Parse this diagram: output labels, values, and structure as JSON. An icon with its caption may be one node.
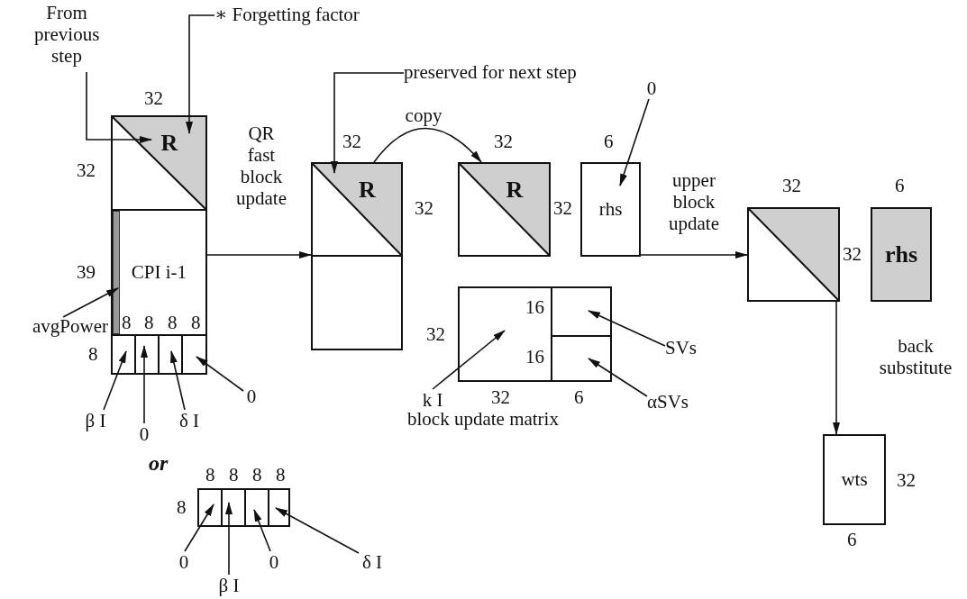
{
  "diagram": {
    "nodes": [
      {
        "text": [
          "From previous step"
        ]
      },
      {
        "text": [
          "∗ Forgetting factor"
        ]
      },
      {
        "text": [],
        "shape": "box"
      },
      {
        "text": [
          "R"
        ],
        "in": 2
      },
      {
        "text": [
          "CPI i-1"
        ],
        "in": 2
      },
      {
        "text": [],
        "shape": "bar",
        "in": 4
      },
      {
        "text": [],
        "shape": "box",
        "in": 2
      },
      {
        "text": [],
        "shape": "box",
        "in": 2
      },
      {
        "text": [],
        "shape": "box",
        "in": 2
      },
      {
        "text": [],
        "shape": "box",
        "in": 2
      },
      {
        "text": [
          "avgPower"
        ]
      },
      {
        "text": [
          "β I"
        ]
      },
      {
        "text": [
          "0"
        ]
      },
      {
        "text": [
          "δ I"
        ]
      },
      {
        "text": [
          "0"
        ]
      },
      {
        "text": [
          "preserved for next step"
        ]
      },
      {
        "text": [],
        "shape": "box"
      },
      {
        "text": [
          "R"
        ],
        "in": 16
      },
      {
        "text": [],
        "shape": "box",
        "in": 16
      },
      {
        "text": [
          "R"
        ]
      },
      {
        "text": [
          "0"
        ]
      },
      {
        "text": [
          "rhs"
        ]
      },
      {
        "text": [],
        "shape": "box"
      },
      {
        "text": [],
        "shape": "box",
        "in": 22
      },
      {
        "text": [],
        "shape": "box",
        "in": 22
      },
      {
        "text": [],
        "shape": "box",
        "in": 22
      },
      {
        "text": [
          "k I"
        ]
      },
      {
        "text": [
          "SVs"
        ]
      },
      {
        "text": [
          "αSVs"
        ]
      },
      {
        "text": [],
        "shape": "box"
      },
      {
        "text": [
          "rhs"
        ]
      },
      {
        "text": [
          "wts"
        ]
      },
      {
        "text": [],
        "shape": "box"
      },
      {
        "text": [],
        "shape": "box",
        "in": 32
      },
      {
        "text": [],
        "shape": "box",
        "in": 32
      },
      {
        "text": [],
        "shape": "box",
        "in": 32
      },
      {
        "text": [],
        "shape": "box",
        "in": 32
      },
      {
        "text": [
          "0"
        ]
      },
      {
        "text": [
          "β I"
        ]
      },
      {
        "text": [
          "0"
        ]
      },
      {
        "text": [
          "δ I"
        ]
      }
    ],
    "edges": [
      {
        "from": 0,
        "to": 3,
        "arrow": "to"
      },
      {
        "from": 1,
        "to": 3,
        "arrow": "to"
      },
      {
        "from": 10,
        "to": 5,
        "arrow": "to"
      },
      {
        "from": 11,
        "to": 6,
        "arrow": "to"
      },
      {
        "from": 12,
        "to": 7,
        "arrow": "to"
      },
      {
        "from": 13,
        "to": 8,
        "arrow": "to"
      },
      {
        "from": 14,
        "to": 9,
        "arrow": "to"
      },
      {
        "from": 2,
        "to": 16,
        "arrow": "to",
        "label": "QR fast block update"
      },
      {
        "from": 15,
        "to": 17,
        "arrow": "to"
      },
      {
        "from": 17,
        "to": 19,
        "arrow": "to",
        "label": "copy"
      },
      {
        "from": 20,
        "to": 21,
        "arrow": "to"
      },
      {
        "from": 21,
        "to": 29,
        "arrow": "to",
        "label": "upper block update"
      },
      {
        "from": 26,
        "to": 23,
        "arrow": "to"
      },
      {
        "from": 27,
        "to": 24,
        "arrow": "to"
      },
      {
        "from": 28,
        "to": 25,
        "arrow": "to"
      },
      {
        "from": 29,
        "to": 31,
        "arrow": "to",
        "label": "back substitute"
      },
      {
        "from": 37,
        "to": 33,
        "arrow": "to"
      },
      {
        "from": 38,
        "to": 34,
        "arrow": "to"
      },
      {
        "from": 39,
        "to": 35,
        "arrow": "to"
      },
      {
        "from": 40,
        "to": 36,
        "arrow": "to"
      }
    ],
    "labels": [
      "32",
      "32",
      "32",
      "6",
      "32",
      "6",
      "32",
      "32",
      "32",
      "32",
      "39",
      "8",
      "8",
      "8",
      "8",
      "16",
      "32",
      "8",
      "16",
      "32",
      "6",
      "block update matrix",
      "or",
      "8",
      "8",
      "8",
      "8",
      "8",
      "32",
      "6"
    ]
  }
}
